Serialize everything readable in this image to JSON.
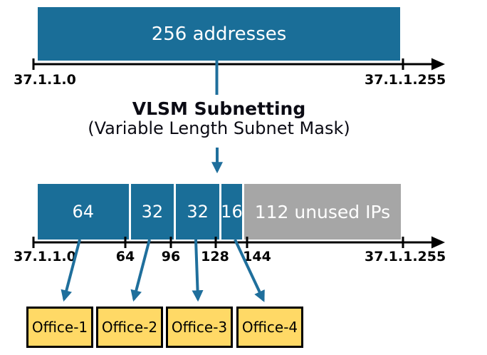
{
  "diagram": {
    "top_bar": {
      "label": "256 addresses"
    },
    "top_axis": {
      "start": "37.1.1.0",
      "end": "37.1.1.255"
    },
    "heading": {
      "title": "VLSM Subnetting",
      "subtitle": "(Variable Length Subnet Mask)"
    },
    "subnet_bar": {
      "segments": [
        {
          "label": "64",
          "type": "subnet"
        },
        {
          "label": "32",
          "type": "subnet"
        },
        {
          "label": "32",
          "type": "subnet"
        },
        {
          "label": "16",
          "type": "subnet"
        },
        {
          "label": "112 unused IPs",
          "type": "unused"
        }
      ]
    },
    "bottom_axis": {
      "start": "37.1.1.0",
      "tick_64": "64",
      "tick_96": "96",
      "tick_128": "128",
      "tick_144": "144",
      "end": "37.1.1.255"
    },
    "offices": [
      {
        "label": "Office-1"
      },
      {
        "label": "Office-2"
      },
      {
        "label": "Office-3"
      },
      {
        "label": "Office-4"
      }
    ],
    "colors": {
      "subnet_blue": "#1a6e98",
      "unused_gray": "#a6a6a6",
      "office_yellow": "#ffd966",
      "arrow_blue": "#1f6f9c",
      "axis_black": "#000000"
    }
  }
}
